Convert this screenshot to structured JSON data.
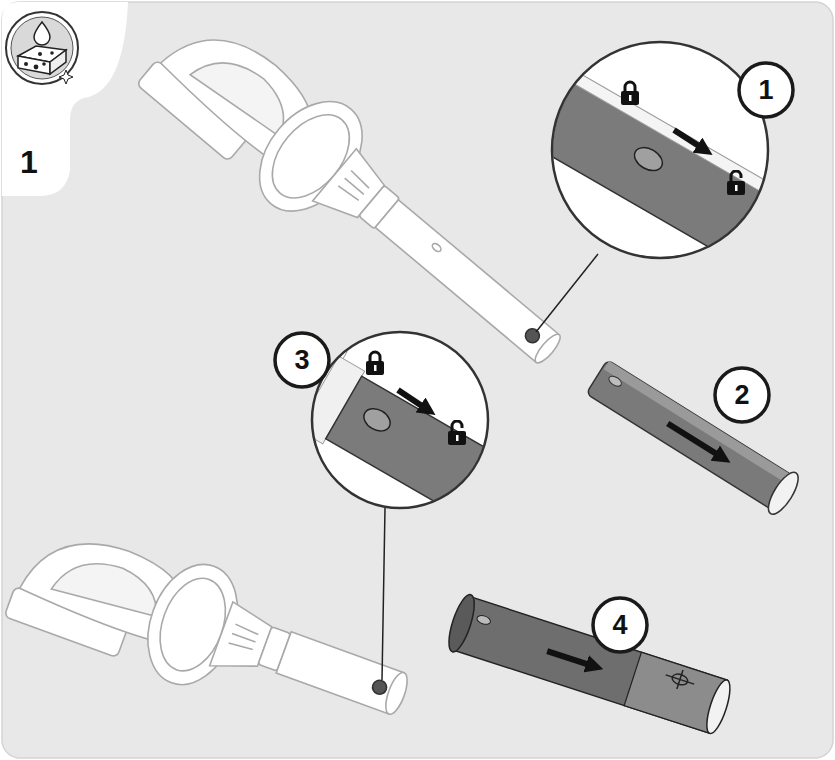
{
  "diagram": {
    "nodes": [
      {
        "text": [
          "1"
        ]
      },
      {
        "text": [
          "2"
        ]
      },
      {
        "text": [
          "3"
        ]
      },
      {
        "text": [
          "4"
        ]
      }
    ],
    "labels": [
      "1"
    ]
  }
}
